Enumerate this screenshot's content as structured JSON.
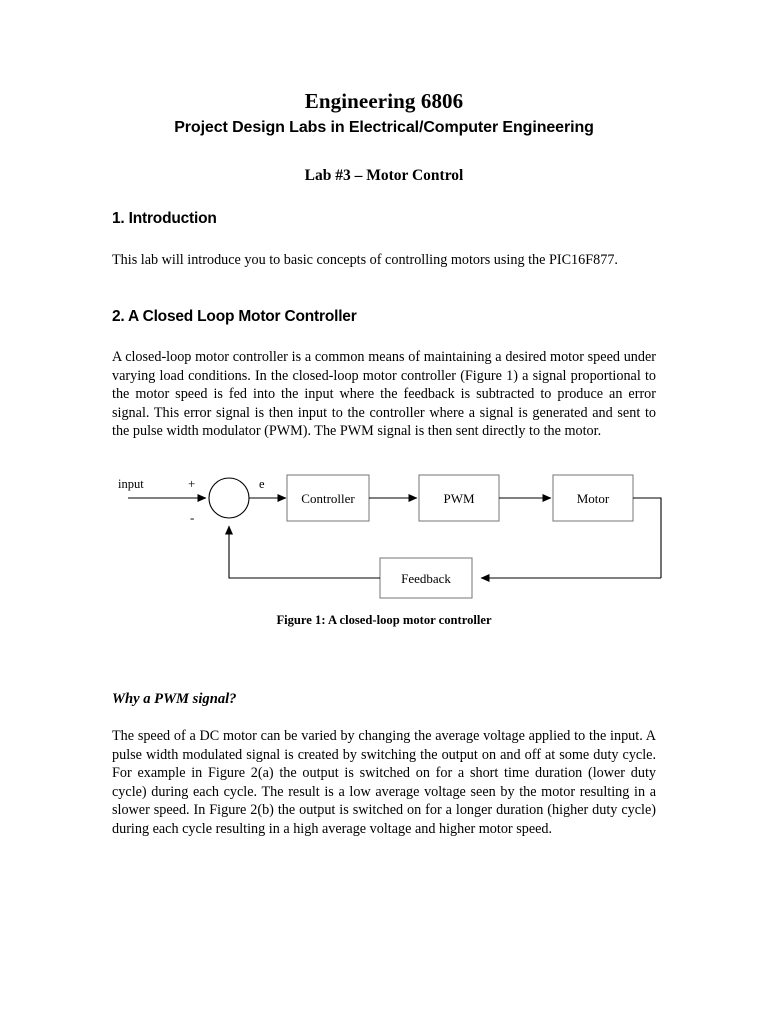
{
  "document": {
    "title": "Engineering 6806",
    "subtitle": "Project Design Labs in Electrical/Computer Engineering",
    "lab_line": "Lab #3 – Motor Control"
  },
  "sections": [
    {
      "heading": "1. Introduction",
      "paragraphs": [
        "This lab will introduce you to basic concepts of controlling motors using the PIC16F877."
      ]
    },
    {
      "heading": "2. A Closed Loop Motor Controller",
      "paragraphs": [
        "A closed-loop motor controller is a common means of maintaining a desired motor speed under varying load conditions. In the closed-loop motor controller (Figure 1) a signal proportional to the motor speed is fed into the input where the feedback is subtracted to produce an error signal. This error signal is then input to the controller where a signal is generated and sent to the pulse width modulator (PWM). The PWM signal is then sent directly to the motor."
      ],
      "subheading": "Why a PWM signal?",
      "subparagraphs": [
        "The speed of a DC motor can be varied by changing the average voltage applied to the input. A pulse width modulated signal is created by switching the output on and off at some duty cycle. For example in Figure 2(a) the output is switched on for a short time duration (lower duty cycle) during each cycle. The result is a low average voltage seen by the motor resulting in a slower speed. In Figure 2(b) the output is switched on for a longer duration (higher duty cycle) during each cycle resulting in a high average voltage and higher motor speed."
      ]
    }
  ],
  "figure": {
    "caption": "Figure 1: A closed-loop motor controller",
    "input_label": "input",
    "plus_sign": "+",
    "minus_sign": "-",
    "error_label": "e",
    "blocks": [
      {
        "id": "controller",
        "label": "Controller"
      },
      {
        "id": "pwm",
        "label": "PWM"
      },
      {
        "id": "motor",
        "label": "Motor"
      },
      {
        "id": "feedback",
        "label": "Feedback"
      }
    ],
    "line_color": "#000000",
    "box_border_color": "#808080"
  }
}
